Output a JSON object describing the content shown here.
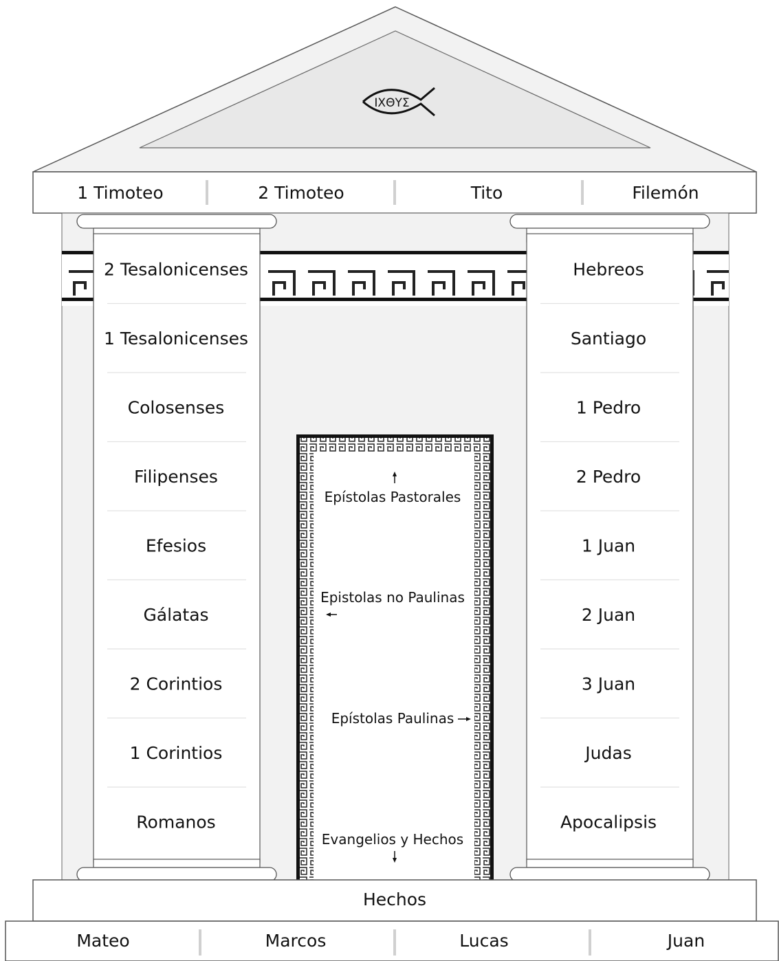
{
  "pediment": {
    "ichthys": "ΙΧΘΥΣ"
  },
  "architrave": [
    "1 Timoteo",
    "2 Timoteo",
    "Tito",
    "Filemón"
  ],
  "left_column": [
    "2 Tesalonicenses",
    "1 Tesalonicenses",
    "Colosenses",
    "Filipenses",
    "Efesios",
    "Gálatas",
    "2 Corintios",
    "1 Corintios",
    "Romanos"
  ],
  "right_column": [
    "Hebreos",
    "Santiago",
    "1 Pedro",
    "2 Pedro",
    "1 Juan",
    "2 Juan",
    "3 Juan",
    "Judas",
    "Apocalipsis"
  ],
  "legend": {
    "pastorales": "Epístolas Pastorales",
    "no_paulinas": "Epistolas no Paulinas",
    "paulinas": "Epístolas Paulinas",
    "evangelios": "Evangelios y Hechos"
  },
  "step_top": "Hechos",
  "base": [
    "Mateo",
    "Marcos",
    "Lucas",
    "Juan"
  ],
  "colors": {
    "stone": "#f2f2f2",
    "outline": "#555555",
    "fret": "#111111",
    "divider": "#d0d0d0"
  }
}
